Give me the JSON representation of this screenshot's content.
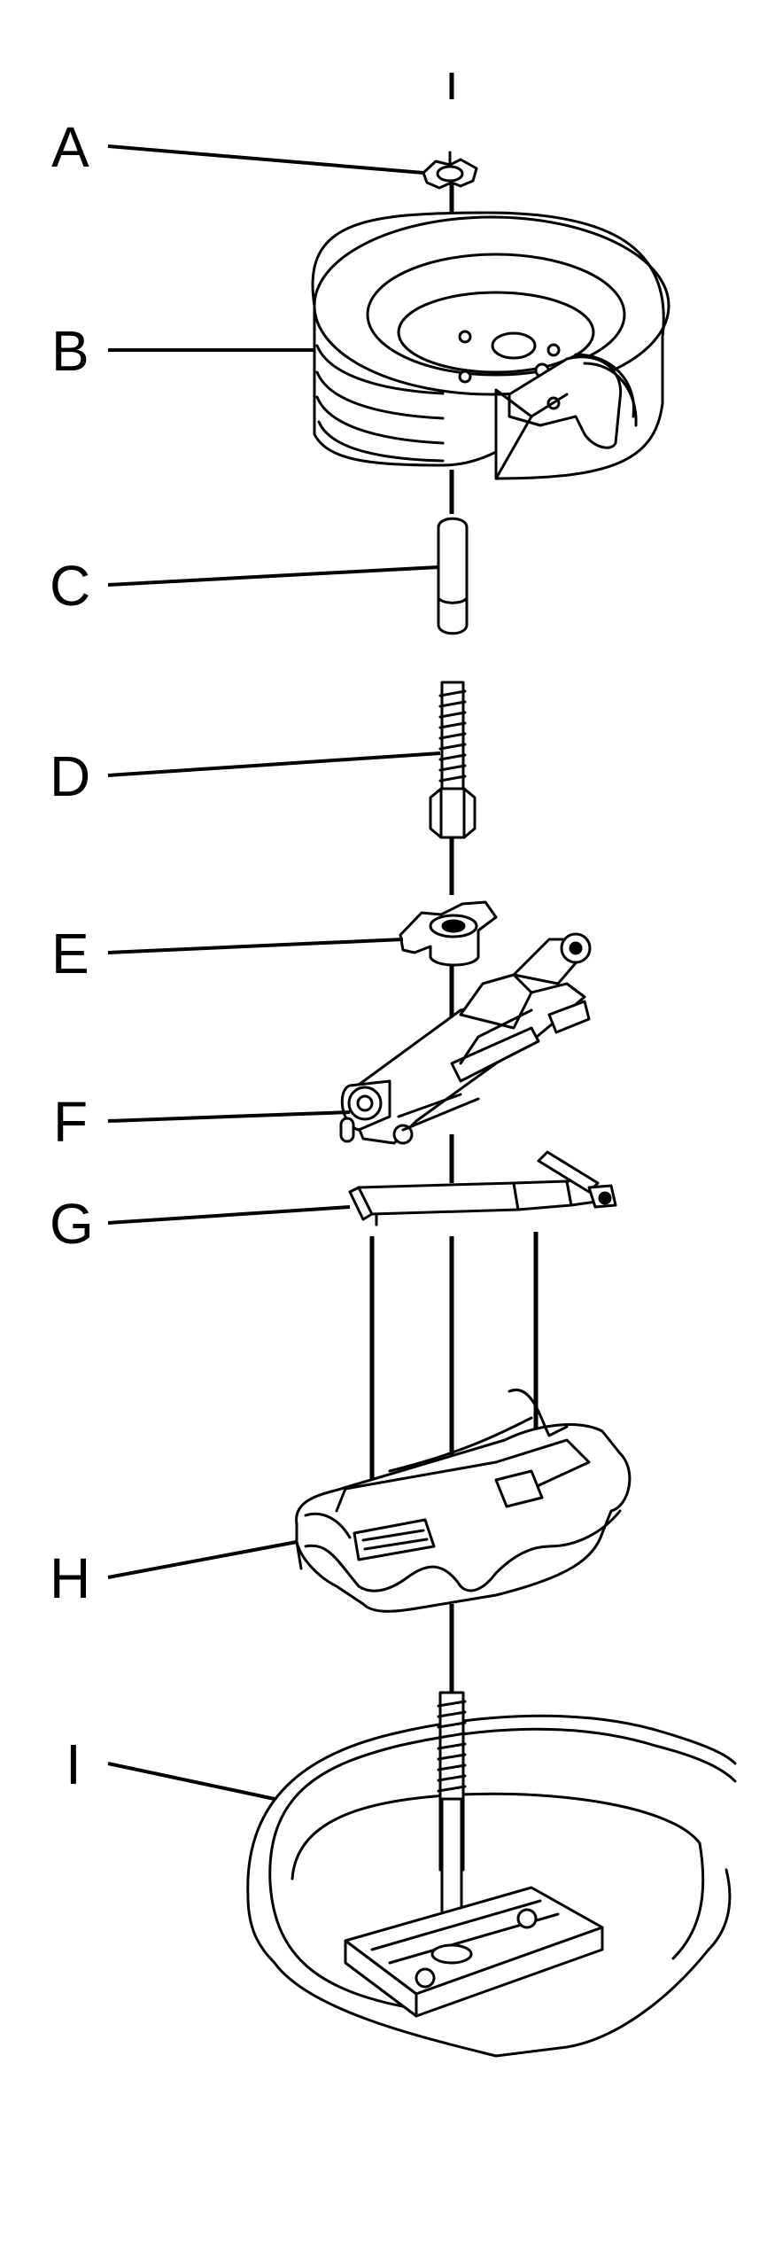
{
  "callouts": {
    "A": "A",
    "B": "B",
    "C": "C",
    "D": "D",
    "E": "E",
    "F": "F",
    "G": "G",
    "H": "H",
    "I": "I"
  },
  "line_color": "#000000",
  "background": "#ffffff"
}
